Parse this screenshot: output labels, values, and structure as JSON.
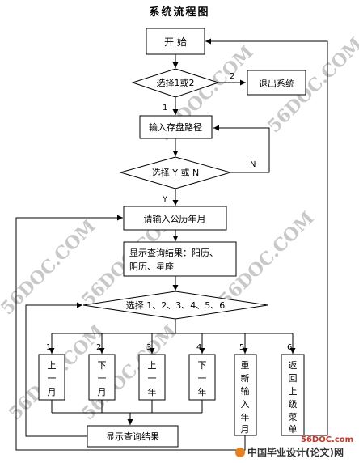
{
  "title": "系统流程图",
  "nodes": {
    "start": "开 始",
    "choose12": "选择1或2",
    "exit": "退出系统",
    "input_path": "输入存盘路径",
    "choose_yn": "选择 Y 或 N",
    "input_year_month": "请输入公历年月",
    "show_result_line1": "显示查询结果：阳历、",
    "show_result_line2": "阴历、星座",
    "choose_1_6": "选择 1、2、3、4、5、6",
    "display_query": "显示查询结果"
  },
  "edge_labels": {
    "opt2": "2",
    "opt1": "1",
    "no": "N",
    "yes": "Y"
  },
  "branches": [
    {
      "num": "1",
      "chars": [
        "上",
        "一",
        "月"
      ]
    },
    {
      "num": "2",
      "chars": [
        "下",
        "一",
        "月"
      ]
    },
    {
      "num": "3",
      "chars": [
        "上",
        "一",
        "年"
      ]
    },
    {
      "num": "4",
      "chars": [
        "下",
        "一",
        "年"
      ]
    },
    {
      "num": "5",
      "chars": [
        "重",
        "新",
        "输",
        "入",
        "年",
        "月"
      ]
    },
    {
      "num": "6",
      "chars": [
        "返",
        "回",
        "上",
        "级",
        "菜",
        "单"
      ]
    }
  ],
  "watermark": "56DOC.COM",
  "footer": {
    "site": "56DOC.com",
    "logo_text": "中国毕业设计(论文)网"
  }
}
